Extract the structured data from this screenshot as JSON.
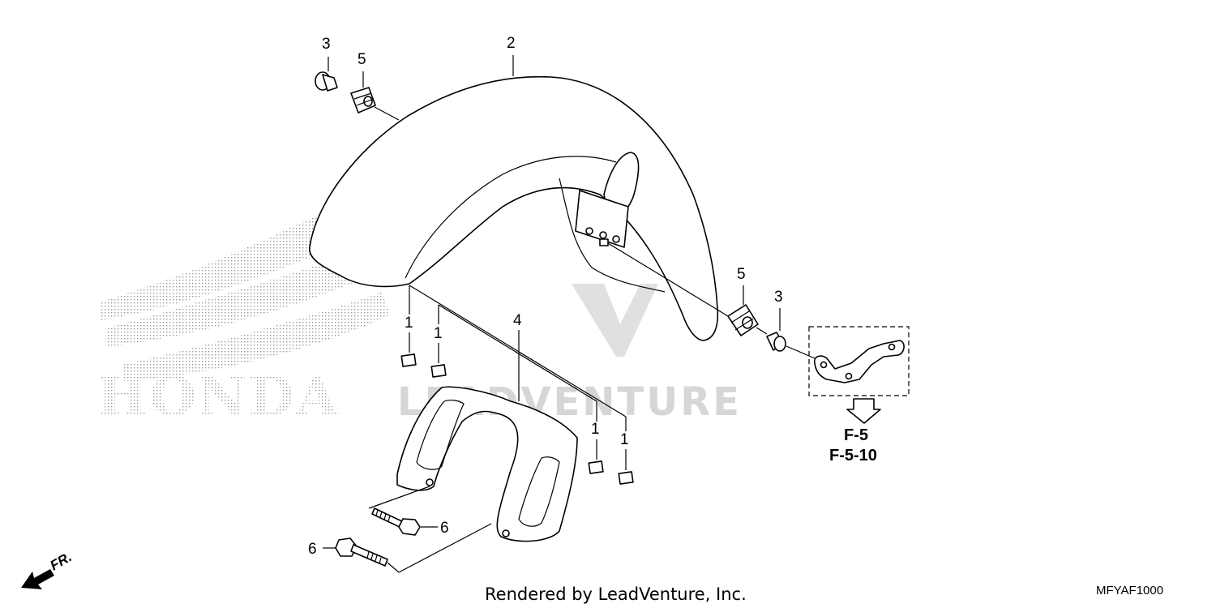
{
  "diagram": {
    "callouts": {
      "c1a": "1",
      "c1b": "1",
      "c1c": "1",
      "c1d": "1",
      "c2": "2",
      "c3a": "3",
      "c3b": "3",
      "c4": "4",
      "c5a": "5",
      "c5b": "5",
      "c6a": "6",
      "c6b": "6"
    },
    "reference": {
      "line1": "F-5",
      "line2": "F-5-10"
    },
    "direction_label": "FR.",
    "footer": "Rendered by LeadVenture, Inc.",
    "diagram_code": "MFYAF1000",
    "background_logo_text": "HONDA",
    "watermark_text": "LEADVENTURE"
  }
}
